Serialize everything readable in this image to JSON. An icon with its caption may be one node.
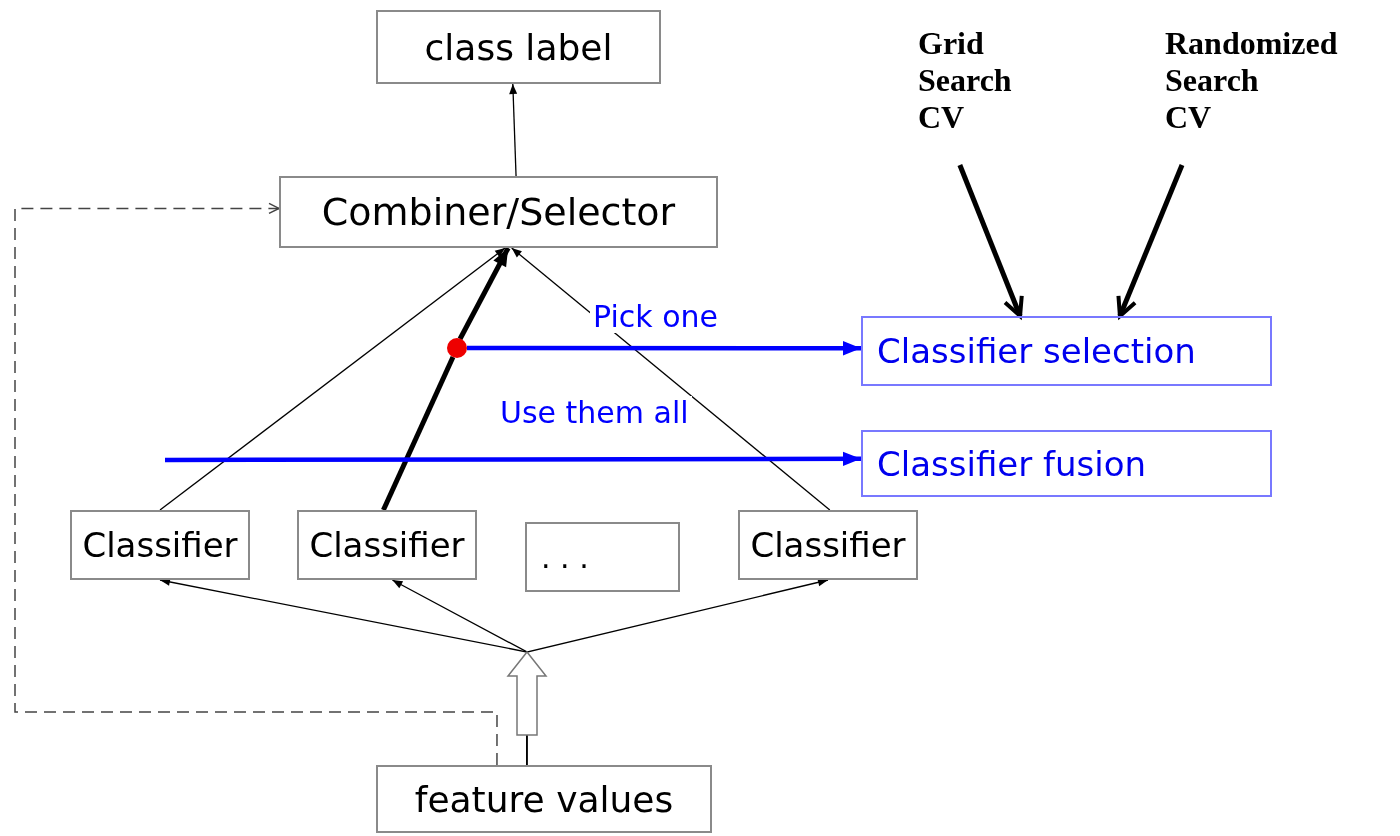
{
  "diagram": {
    "nodes": [
      {
        "text": [
          "class label"
        ]
      },
      {
        "text": [
          "Combiner/Selector"
        ]
      },
      {
        "text": [
          "Classifier"
        ]
      },
      {
        "text": [
          "Classifier"
        ]
      },
      {
        "text": [
          ". . ."
        ]
      },
      {
        "text": [
          "Classifier"
        ]
      },
      {
        "text": [
          "feature values"
        ]
      },
      {
        "text": [
          "Classifier selection"
        ]
      },
      {
        "text": [
          "Classifier fusion"
        ]
      },
      {
        "text": [
          "Grid Search CV"
        ]
      },
      {
        "text": [
          "Randomized Search CV"
        ]
      },
      {
        "text": [],
        "shape": "circle"
      }
    ],
    "edges": [
      {
        "from": 1,
        "to": 0,
        "arrow": "to"
      },
      {
        "from": 2,
        "to": 1,
        "arrow": "to"
      },
      {
        "from": 3,
        "to": 11,
        "arrow": "none",
        "style": "thick"
      },
      {
        "from": 11,
        "to": 1,
        "arrow": "to",
        "style": "thick"
      },
      {
        "from": 5,
        "to": 1,
        "arrow": "to"
      },
      {
        "from": 6,
        "to": 2,
        "arrow": "to"
      },
      {
        "from": 6,
        "to": 3,
        "arrow": "to"
      },
      {
        "from": 6,
        "to": 5,
        "arrow": "to"
      },
      {
        "from": 6,
        "to": 1,
        "arrow": "to",
        "style": "dashed"
      },
      {
        "from": 11,
        "to": 7,
        "arrow": "to",
        "label": "Pick one",
        "style": "thick",
        "color": "#0000ff"
      },
      {
        "from": null,
        "to": 8,
        "arrow": "to",
        "label": "Use them all",
        "style": "thick",
        "color": "#0000ff"
      },
      {
        "from": 9,
        "to": 7,
        "arrow": "to",
        "style": "thick"
      },
      {
        "from": 10,
        "to": 7,
        "arrow": "to",
        "style": "thick"
      }
    ]
  }
}
